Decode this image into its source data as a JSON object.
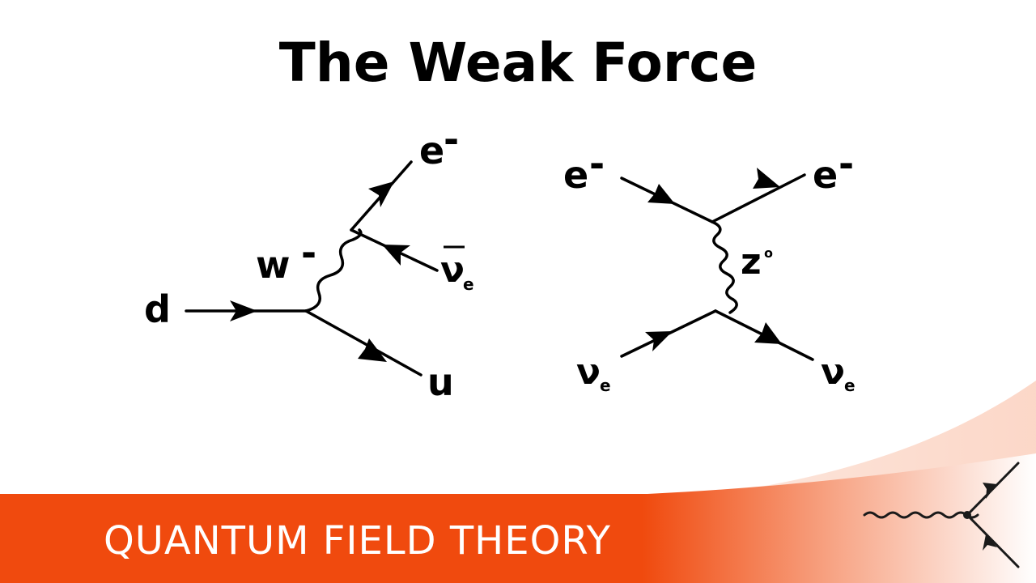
{
  "title": "The Weak Force",
  "banner": {
    "text": "QUANTUM FIELD THEORY",
    "color": "#f04a0e"
  },
  "logo": {
    "icon": "feynman-vertex-icon"
  },
  "diagram_1": {
    "incoming": "d",
    "outgoing_quark": "u",
    "boson": "w",
    "boson_charge": "-",
    "lepton": "e",
    "lepton_charge": "-",
    "antineutrino": "ν",
    "antineutrino_subscript": "e"
  },
  "diagram_2": {
    "electron_in": "e",
    "electron_in_charge": "-",
    "electron_out": "e",
    "electron_out_charge": "-",
    "boson": "z",
    "boson_charge": "o",
    "neutrino_in": "ν",
    "neutrino_in_subscript": "e",
    "neutrino_out": "ν",
    "neutrino_out_subscript": "e"
  }
}
